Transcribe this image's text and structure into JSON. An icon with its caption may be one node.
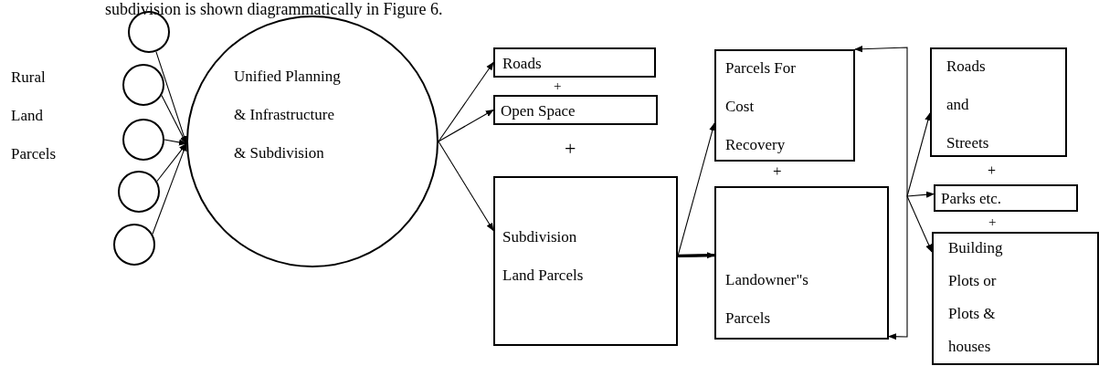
{
  "diagram": {
    "nodes": [
      {
        "text": [],
        "shape": "circle"
      },
      {
        "text": [],
        "shape": "circle"
      },
      {
        "text": [],
        "shape": "circle"
      },
      {
        "text": [],
        "shape": "circle"
      },
      {
        "text": [],
        "shape": "circle"
      },
      {
        "text": [
          "Unified Planning & Infrastructure & Subdivision"
        ]
      },
      {
        "text": [
          "Roads"
        ]
      },
      {
        "text": [
          "Open Space"
        ]
      },
      {
        "text": [
          "Subdivision Land Parcels"
        ]
      },
      {
        "text": [
          "Parcels For Cost Recovery"
        ]
      },
      {
        "text": [
          "Landowner\"s Parcels"
        ]
      },
      {
        "text": [
          "Roads and Streets"
        ]
      },
      {
        "text": [
          "Parks etc."
        ]
      },
      {
        "text": [
          "Building Plots or Plots & houses"
        ]
      }
    ],
    "edges": [
      {
        "from": 0,
        "to": 5,
        "arrow": "to"
      },
      {
        "from": 1,
        "to": 5,
        "arrow": "to"
      },
      {
        "from": 2,
        "to": 5,
        "arrow": "to"
      },
      {
        "from": 3,
        "to": 5,
        "arrow": "to"
      },
      {
        "from": 4,
        "to": 5,
        "arrow": "to"
      },
      {
        "from": 5,
        "to": 6,
        "arrow": "to"
      },
      {
        "from": 5,
        "to": 7,
        "arrow": "to"
      },
      {
        "from": 5,
        "to": 8,
        "arrow": "to"
      },
      {
        "from": 8,
        "to": 9,
        "arrow": "to"
      },
      {
        "from": 8,
        "to": 10,
        "arrow": "to",
        "style": "thick"
      },
      {
        "from": 9,
        "to": 10,
        "arrow": "both"
      },
      {
        "from": null,
        "to": 11,
        "arrow": "to"
      },
      {
        "from": null,
        "to": 12,
        "arrow": "to"
      },
      {
        "from": null,
        "to": 13,
        "arrow": "to"
      }
    ],
    "labels": [
      "subdivision is shown diagrammatically in Figure 6.",
      "Rural Land Parcels",
      "+",
      "+",
      "+",
      "+",
      "+"
    ]
  }
}
